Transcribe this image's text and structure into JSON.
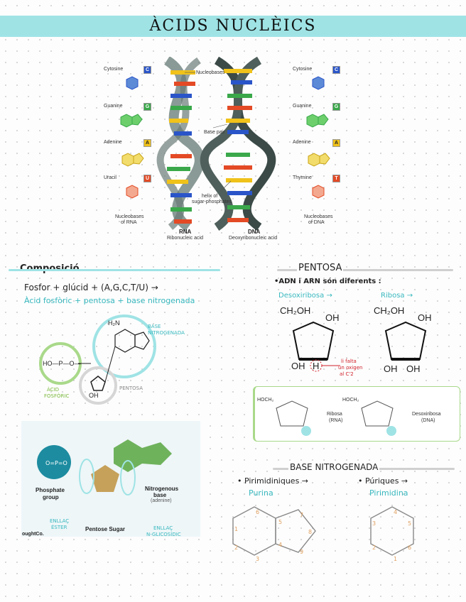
{
  "title": "ÀCIDS NUCLÈICS",
  "dna_figure": {
    "left_bases": [
      "Cytosine",
      "Guanine",
      "Adenine",
      "Uracil"
    ],
    "left_letters": [
      "C",
      "G",
      "A",
      "U"
    ],
    "right_bases": [
      "Cytosine",
      "Guanine",
      "Adenine",
      "Thymine"
    ],
    "right_letters": [
      "C",
      "G",
      "A",
      "T"
    ],
    "nucleobases_label": "Nucleobases",
    "base_pair_label": "Base pair",
    "helix_label_1": "helix of",
    "helix_label_2": "sugar-phosphates",
    "rna_caption_1": "Nucleobases",
    "rna_caption_2": "of RNA",
    "dna_caption_1": "Nucleobases",
    "dna_caption_2": "of DNA",
    "rna_title": "RNA",
    "rna_sub": "Ribonucleic acid",
    "dna_title": "DNA",
    "dna_sub": "Deoxyribonucleic acid",
    "colors": {
      "C": "#2a55c9",
      "G": "#3aa84a",
      "A": "#f0c21a",
      "U": "#e34a25",
      "T": "#e34a25"
    }
  },
  "composicio": {
    "heading": "Composició",
    "line1": "Fosfor + glúcid + (A,G,C,T/U) →",
    "line2": "Àcid fosfòric + pentosa + base nitrogenada",
    "base_label_1": "BASE",
    "base_label_2": "NITROGENADA",
    "acid_label_1": "ÀCID",
    "acid_label_2": "FOSFÒRIC",
    "pentosa_label": "PENTOSA",
    "nh2": "H₂N",
    "phosphate": "HO—P—O—",
    "oh": "OH"
  },
  "diagram2": {
    "phosphate_label_1": "Phosphate",
    "phosphate_label_2": "group",
    "pentose_label": "Pentose Sugar",
    "nitro_label_1": "Nitrogenous",
    "nitro_label_2": "base",
    "nitro_label_3": "(adenine)",
    "enllac_ester_1": "ENLLAÇ",
    "enllac_ester_2": "ÉSTER",
    "enllac_n_1": "ENLLAÇ",
    "enllac_n_2": "N-GLICOSÍDIC",
    "credit": "oughtCo."
  },
  "pentosa": {
    "heading": "PENTOSA",
    "note": "•ADN i ARN són diferents :",
    "desoxi_label": "Desoxiribosa →",
    "ribosa_label": "Ribosa →",
    "ch2oh": "CH₂OH",
    "oh": "OH",
    "h": "H",
    "falta_1": "li falta",
    "falta_2": "un oxigen",
    "falta_3": "al C'2"
  },
  "box": {
    "ribosa_1": "Ribosa",
    "ribosa_2": "(RNA)",
    "desoxi_1": "Desoxiribosa",
    "desoxi_2": "(DNA)",
    "hoch2": "HOCH₂"
  },
  "base_nitrogenada": {
    "heading": "BASE NITROGENADA",
    "pirimidines": "• Pirimidiniques →",
    "purines": "• Púriques →",
    "purina": "Purina",
    "pirimidina": "Pirimidina"
  }
}
